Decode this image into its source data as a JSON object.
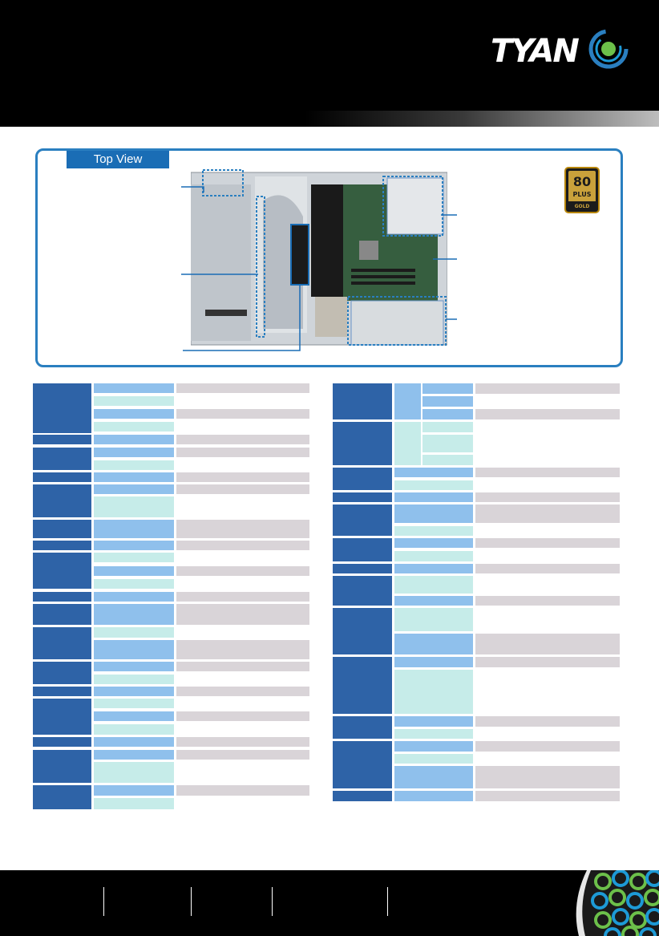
{
  "brand": {
    "logo_text": "TYAN"
  },
  "top_view": {
    "tab_label": "Top View"
  },
  "badge": {
    "rating": "80",
    "line": "PLUS",
    "tier": "GOLD",
    "color": "#b8860b"
  },
  "colors": {
    "header": "#000000",
    "accent_blue": "#2a7fc0",
    "category": "#2e63a7",
    "label_blue": "#8fc0ec",
    "label_mint": "#c6ece9",
    "value_gray": "#d9d4d8"
  }
}
